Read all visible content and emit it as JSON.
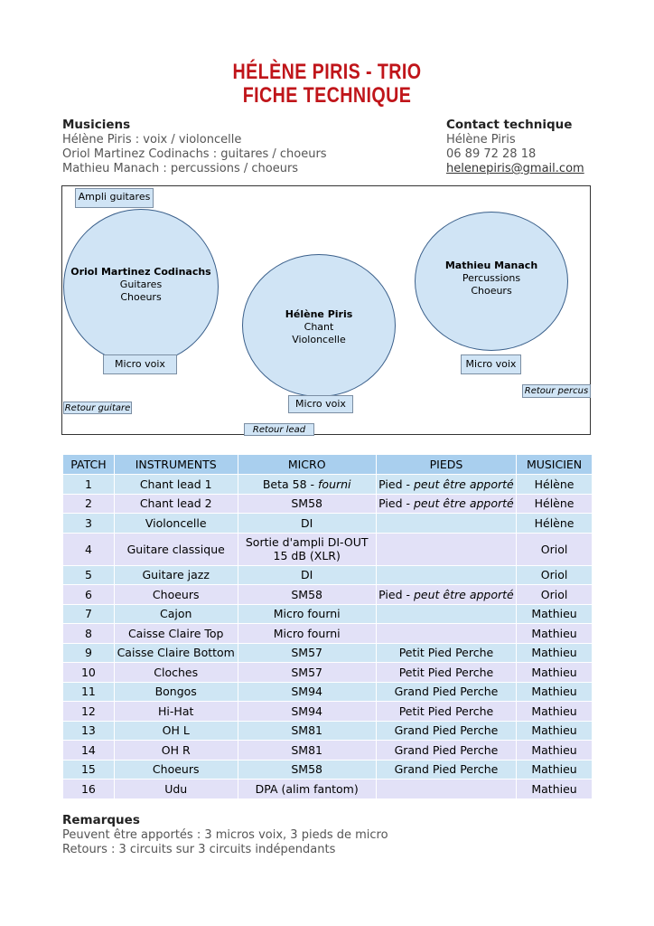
{
  "title": {
    "line1": "HÉLÈNE PIRIS - TRIO",
    "line2": "FICHE TECHNIQUE"
  },
  "musiciens": {
    "heading": "Musiciens",
    "lines": [
      "Hélène Piris : voix / violoncelle",
      "Oriol Martinez Codinachs : guitares / choeurs",
      "Mathieu Manach : percussions / choeurs"
    ]
  },
  "contact": {
    "heading": "Contact technique",
    "name": "Hélène Piris",
    "phone": "06 89 72 28 18",
    "email": "helenepiris@gmail.com"
  },
  "stage": {
    "ampli": "Ampli guitares",
    "oriol": {
      "name": "Oriol Martinez Codinachs",
      "role1": "Guitares",
      "role2": "Choeurs"
    },
    "helene": {
      "name": "Hélène Piris",
      "role1": "Chant",
      "role2": "Violoncelle"
    },
    "mathieu": {
      "name": "Mathieu Manach",
      "role1": "Percussions",
      "role2": "Choeurs"
    },
    "micro_voix": "Micro voix",
    "retour_guitare": "Retour guitare",
    "retour_lead": "Retour lead",
    "retour_percus": "Retour percus"
  },
  "table": {
    "headers": [
      "PATCH",
      "INSTRUMENTS",
      "MICRO",
      "PIEDS",
      "MUSICIEN"
    ],
    "rows": [
      {
        "patch": "1",
        "instrument": "Chant lead 1",
        "micro_a": "Beta 58 - ",
        "micro_b": "fourni",
        "pied_a": "Pied - ",
        "pied_b": "peut être apporté",
        "musicien": "Hélène"
      },
      {
        "patch": "2",
        "instrument": "Chant lead 2",
        "micro_a": "SM58",
        "micro_b": "",
        "pied_a": "Pied - ",
        "pied_b": "peut être apporté",
        "musicien": "Hélène"
      },
      {
        "patch": "3",
        "instrument": "Violoncelle",
        "micro_a": "DI",
        "micro_b": "",
        "pied_a": "",
        "pied_b": "",
        "musicien": "Hélène"
      },
      {
        "patch": "4",
        "instrument": "Guitare classique",
        "micro_a": "Sortie d'ampli DI-OUT",
        "micro_c": "15 dB (XLR)",
        "pied_a": "",
        "pied_b": "",
        "musicien": "Oriol"
      },
      {
        "patch": "5",
        "instrument": "Guitare jazz",
        "micro_a": "DI",
        "micro_b": "",
        "pied_a": "",
        "pied_b": "",
        "musicien": "Oriol"
      },
      {
        "patch": "6",
        "instrument": "Choeurs",
        "micro_a": "SM58",
        "micro_b": "",
        "pied_a": "Pied - ",
        "pied_b": "peut être apporté",
        "musicien": "Oriol"
      },
      {
        "patch": "7",
        "instrument": "Cajon",
        "micro_a": "Micro fourni",
        "micro_b": "",
        "pied_a": "",
        "pied_b": "",
        "musicien": "Mathieu"
      },
      {
        "patch": "8",
        "instrument": "Caisse Claire Top",
        "micro_a": "Micro fourni",
        "micro_b": "",
        "pied_a": "",
        "pied_b": "",
        "musicien": "Mathieu"
      },
      {
        "patch": "9",
        "instrument": "Caisse Claire Bottom",
        "micro_a": "SM57",
        "micro_b": "",
        "pied_a": "Petit Pied Perche",
        "pied_b": "",
        "musicien": "Mathieu"
      },
      {
        "patch": "10",
        "instrument": "Cloches",
        "micro_a": "SM57",
        "micro_b": "",
        "pied_a": "Petit Pied Perche",
        "pied_b": "",
        "musicien": "Mathieu"
      },
      {
        "patch": "11",
        "instrument": "Bongos",
        "micro_a": "SM94",
        "micro_b": "",
        "pied_a": "Grand Pied Perche",
        "pied_b": "",
        "musicien": "Mathieu"
      },
      {
        "patch": "12",
        "instrument": "Hi-Hat",
        "micro_a": "SM94",
        "micro_b": "",
        "pied_a": "Petit Pied Perche",
        "pied_b": "",
        "musicien": "Mathieu"
      },
      {
        "patch": "13",
        "instrument": "OH L",
        "micro_a": "SM81",
        "micro_b": "",
        "pied_a": "Grand Pied Perche",
        "pied_b": "",
        "musicien": "Mathieu"
      },
      {
        "patch": "14",
        "instrument": "OH R",
        "micro_a": "SM81",
        "micro_b": "",
        "pied_a": "Grand Pied Perche",
        "pied_b": "",
        "musicien": "Mathieu"
      },
      {
        "patch": "15",
        "instrument": "Choeurs",
        "micro_a": "SM58",
        "micro_b": "",
        "pied_a": "Grand Pied Perche",
        "pied_b": "",
        "musicien": "Mathieu"
      },
      {
        "patch": "16",
        "instrument": "Udu",
        "micro_a": "DPA (alim fantom)",
        "micro_b": "",
        "pied_a": "",
        "pied_b": "",
        "musicien": "Mathieu"
      }
    ]
  },
  "remarques": {
    "heading": "Remarques",
    "lines": [
      "Peuvent être apportés : 3 micros voix, 3 pieds de micro",
      "Retours : 3 circuits sur 3 circuits indépendants"
    ]
  }
}
